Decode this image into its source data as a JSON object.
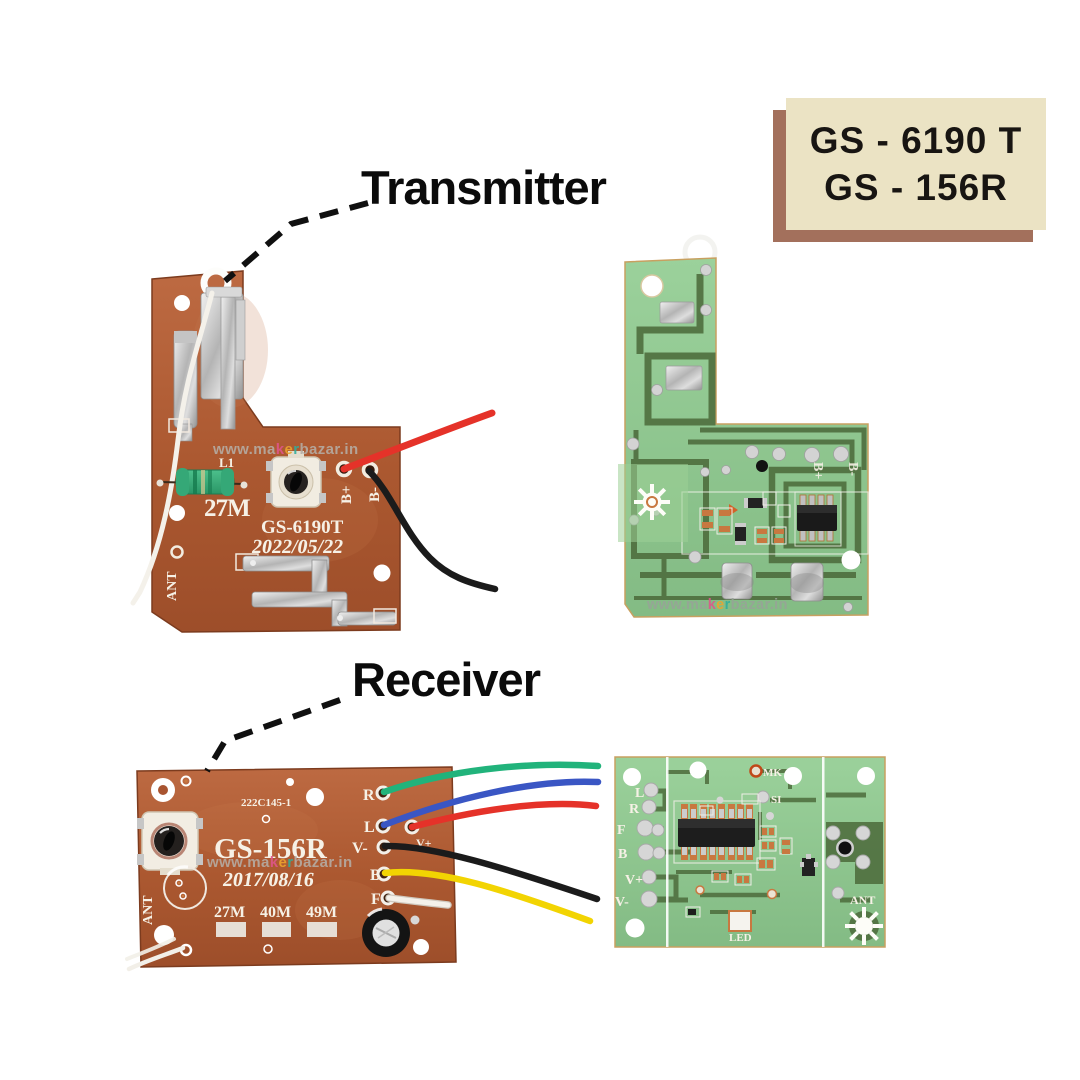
{
  "badge": {
    "line1": "GS - 6190 T",
    "line2": "GS - 156R"
  },
  "headings": {
    "transmitter": "Transmitter",
    "receiver": "Receiver"
  },
  "watermark": {
    "pre": "www.ma",
    "k": "k",
    "e": "e",
    "r": "r",
    "post": "bazar.in"
  },
  "tx_front": {
    "l1": "L1",
    "freq": "27M",
    "model": "GS-6190T",
    "date": "2022/05/22",
    "ant": "ANT",
    "b_plus": "B+",
    "b_minus": "B-"
  },
  "tx_back": {
    "b_plus": "B+",
    "b_minus": "B-"
  },
  "rx_front": {
    "code": "222C145-1",
    "model": "GS-156R",
    "date": "2017/08/16",
    "ant": "ANT",
    "freq1": "27M",
    "freq2": "40M",
    "freq3": "49M",
    "pin_r": "R",
    "pin_l": "L",
    "pin_vminus": "V-",
    "pin_vplus": "V+",
    "pin_b": "B",
    "pin_f": "F"
  },
  "rx_back": {
    "mk": "MK",
    "si": "SI",
    "led": "LED",
    "ant": "ANT",
    "pin_l": "L",
    "pin_r": "R",
    "pin_f": "F",
    "pin_b": "B",
    "pin_vplus": "V+",
    "pin_vminus": "V-"
  },
  "colors": {
    "badge_bg": "#ebe3c4",
    "badge_shadow": "#a3705c",
    "board_brown": "#ad5831",
    "board_green": "#8fc690",
    "trace_green": "#4d6c3c",
    "wire_red": "#e53229",
    "wire_black": "#1b1b1b",
    "wire_green": "#21b37b",
    "wire_blue": "#3a56c4",
    "wire_yellow": "#f2d402",
    "wire_white": "#f4f1ea"
  }
}
